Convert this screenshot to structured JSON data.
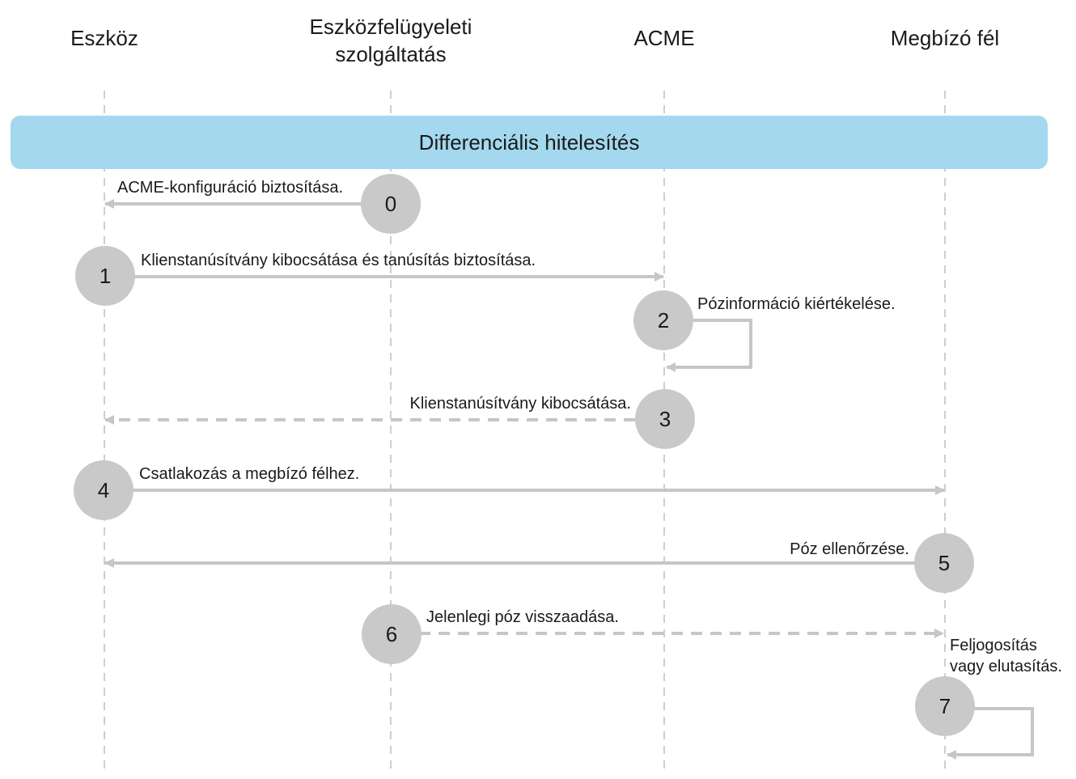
{
  "lanes": {
    "device": "Eszköz",
    "mdm_line1": "Eszközfelügyeleti",
    "mdm_line2": "szolgáltatás",
    "acme": "ACME",
    "relying_party": "Megbízó fél"
  },
  "band": {
    "title": "Differenciális hitelesítés",
    "color": "#a3d8ee"
  },
  "steps": [
    {
      "num": "0",
      "label": "ACME-konfiguráció biztosítása."
    },
    {
      "num": "1",
      "label": "Klienstanúsítvány kibocsátása és tanúsítás biztosítása."
    },
    {
      "num": "2",
      "label": "Pózinformáció kiértékelése."
    },
    {
      "num": "3",
      "label": "Klienstanúsítvány kibocsátása."
    },
    {
      "num": "4",
      "label": "Csatlakozás a megbízó félhez."
    },
    {
      "num": "5",
      "label": "Póz ellenőrzése."
    },
    {
      "num": "6",
      "label": "Jelenlegi póz visszaadása."
    },
    {
      "num": "7",
      "label_line1": "Feljogosítás",
      "label_line2": "vagy elutasítás."
    }
  ],
  "colors": {
    "circle": "#c9c9c9",
    "arrow": "#c6c6c6",
    "lifeline": "#bdbdbd"
  }
}
